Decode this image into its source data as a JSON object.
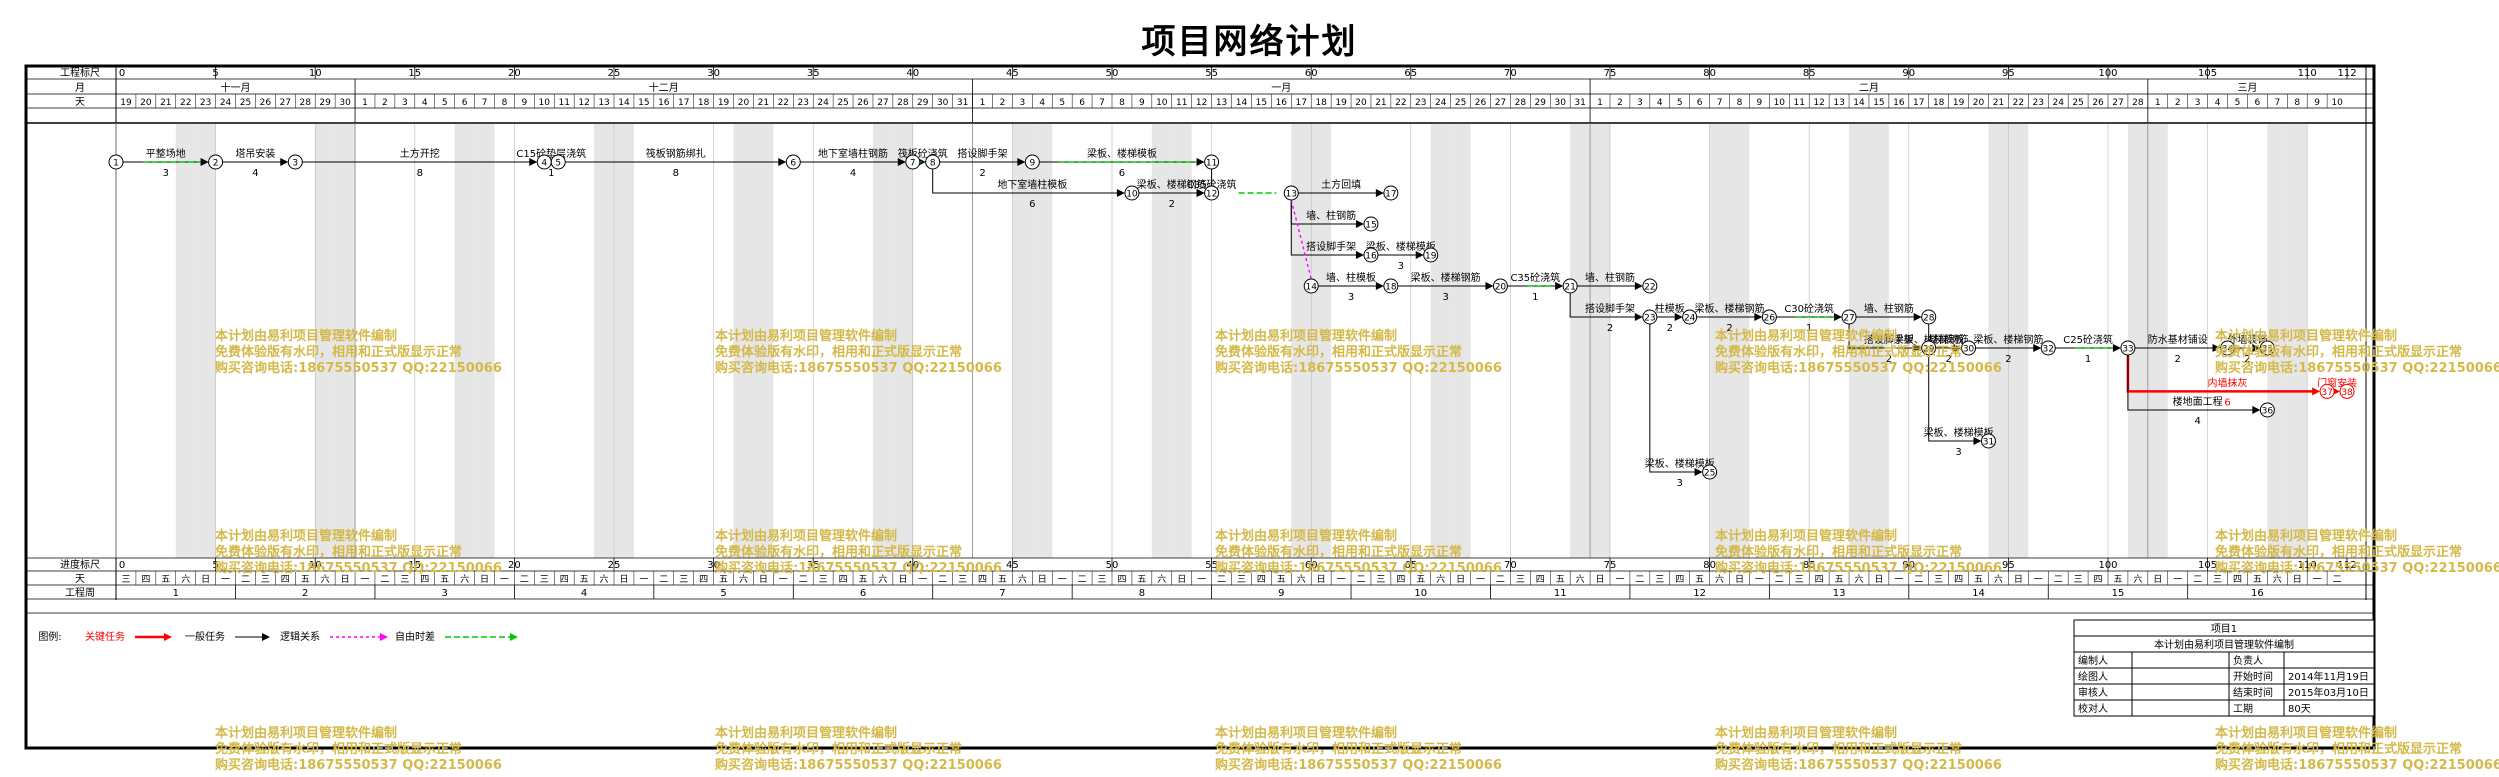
{
  "title": "项目网络计划",
  "row_labels": {
    "scale": "工程标尺",
    "month": "月",
    "day": "天",
    "progress_scale": "进度标尺",
    "weekday": "天",
    "week": "工程周"
  },
  "scale_ticks": [
    "0",
    "5",
    "10",
    "15",
    "20",
    "25",
    "30",
    "35",
    "40",
    "45",
    "50",
    "55",
    "60",
    "65",
    "70",
    "75",
    "80",
    "85",
    "90",
    "95",
    "100",
    "105",
    "110",
    "112"
  ],
  "months": [
    "十一月",
    "十二月",
    "一月",
    "二月",
    "三月"
  ],
  "weekdays": [
    "三",
    "四",
    "五",
    "六",
    "日",
    "一",
    "二"
  ],
  "weeks": [
    "1",
    "2",
    "3",
    "4",
    "5",
    "6",
    "7",
    "8",
    "9",
    "10",
    "11",
    "12",
    "13",
    "14",
    "15",
    "16"
  ],
  "nodes": [
    {
      "id": "1",
      "day": 0,
      "row": 0
    },
    {
      "id": "2",
      "day": 5,
      "row": 0
    },
    {
      "id": "3",
      "day": 9,
      "row": 0
    },
    {
      "id": "4",
      "day": 21.5,
      "row": 0
    },
    {
      "id": "5",
      "day": 22.2,
      "row": 0
    },
    {
      "id": "6",
      "day": 34,
      "row": 0
    },
    {
      "id": "7",
      "day": 40,
      "row": 0
    },
    {
      "id": "8",
      "day": 41,
      "row": 0
    },
    {
      "id": "9",
      "day": 46,
      "row": 0
    },
    {
      "id": "10",
      "day": 51,
      "row": 1
    },
    {
      "id": "11",
      "day": 55,
      "row": 0
    },
    {
      "id": "12",
      "day": 55,
      "row": 1
    },
    {
      "id": "13",
      "day": 59,
      "row": 1
    },
    {
      "id": "17",
      "day": 64,
      "row": 1
    },
    {
      "id": "15",
      "day": 63,
      "row": 2
    },
    {
      "id": "16",
      "day": 63,
      "row": 3
    },
    {
      "id": "19",
      "day": 66,
      "row": 3
    },
    {
      "id": "14",
      "day": 60,
      "row": 4
    },
    {
      "id": "18",
      "day": 64,
      "row": 4
    },
    {
      "id": "20",
      "day": 69.5,
      "row": 4
    },
    {
      "id": "21",
      "day": 73,
      "row": 4
    },
    {
      "id": "22",
      "day": 77,
      "row": 4
    },
    {
      "id": "23",
      "day": 77,
      "row": 5
    },
    {
      "id": "24",
      "day": 79,
      "row": 5
    },
    {
      "id": "26",
      "day": 83,
      "row": 5
    },
    {
      "id": "27",
      "day": 87,
      "row": 5
    },
    {
      "id": "28",
      "day": 91,
      "row": 5
    },
    {
      "id": "29",
      "day": 91,
      "row": 6
    },
    {
      "id": "30",
      "day": 93,
      "row": 6
    },
    {
      "id": "32",
      "day": 97,
      "row": 6
    },
    {
      "id": "33",
      "day": 101,
      "row": 6
    },
    {
      "id": "34",
      "day": 106,
      "row": 6
    },
    {
      "id": "35",
      "day": 108,
      "row": 6
    },
    {
      "id": "25",
      "day": 80,
      "row": 10
    },
    {
      "id": "31",
      "day": 94,
      "row": 9
    },
    {
      "id": "36",
      "day": 108,
      "row": 8
    },
    {
      "id": "37",
      "day": 111,
      "row": 7.4
    },
    {
      "id": "38",
      "day": 112,
      "row": 7.4
    }
  ],
  "tasks": [
    {
      "name": "平整场地",
      "dur": "3",
      "from": "1",
      "to": "2"
    },
    {
      "name": "塔吊安装",
      "dur": "4",
      "from": "2",
      "to": "3"
    },
    {
      "name": "土方开挖",
      "dur": "8",
      "from": "3",
      "to": "4"
    },
    {
      "name": "C15砼垫层浇筑",
      "dur": "1",
      "from": "4",
      "to": "5"
    },
    {
      "name": "筏板钢筋绑扎",
      "dur": "8",
      "from": "5",
      "to": "6"
    },
    {
      "name": "地下室墙柱钢筋",
      "dur": "4",
      "from": "6",
      "to": "7"
    },
    {
      "name": "筏板砼浇筑",
      "dur": "",
      "from": "7",
      "to": "8"
    },
    {
      "name": "搭设脚手架",
      "dur": "2",
      "from": "8",
      "to": "9"
    },
    {
      "name": "地下室墙柱模板",
      "dur": "6",
      "from": "8",
      "to": "10"
    },
    {
      "name": "梁板、楼梯模板",
      "dur": "6",
      "from": "9",
      "to": "11"
    },
    {
      "name": "梁板、楼梯钢筋",
      "dur": "2",
      "from": "10",
      "to": "12"
    },
    {
      "name": "C35砼浇筑",
      "dur": "",
      "from": "11",
      "to": "12"
    },
    {
      "name": "土方回填",
      "dur": "",
      "from": "13",
      "to": "17"
    },
    {
      "name": "墙、柱钢筋",
      "dur": "",
      "from": "13",
      "to": "15"
    },
    {
      "name": "搭设脚手架",
      "dur": "",
      "from": "13",
      "to": "16"
    },
    {
      "name": "梁板、楼梯模板",
      "dur": "3",
      "from": "16",
      "to": "19"
    },
    {
      "name": "墙、柱模板",
      "dur": "3",
      "from": "14",
      "to": "18"
    },
    {
      "name": "梁板、楼梯钢筋",
      "dur": "3",
      "from": "18",
      "to": "20"
    },
    {
      "name": "C35砼浇筑",
      "dur": "1",
      "from": "20",
      "to": "21"
    },
    {
      "name": "墙、柱钢筋",
      "dur": "",
      "from": "21",
      "to": "22"
    },
    {
      "name": "搭设脚手架",
      "dur": "2",
      "from": "21",
      "to": "23"
    },
    {
      "name": "柱模板",
      "dur": "2",
      "from": "23",
      "to": "24"
    },
    {
      "name": "梁板、楼梯钢筋",
      "dur": "2",
      "from": "24",
      "to": "26"
    },
    {
      "name": "C30砼浇筑",
      "dur": "1",
      "from": "26",
      "to": "27"
    },
    {
      "name": "墙、柱钢筋",
      "dur": "",
      "from": "27",
      "to": "28"
    },
    {
      "name": "搭设脚手架",
      "dur": "2",
      "from": "27",
      "to": "29"
    },
    {
      "name": "梁板、楼梯模板",
      "dur": "",
      "from": "28",
      "to": "29"
    },
    {
      "name": "楼梯钢筋",
      "dur": "2",
      "from": "29",
      "to": "30"
    },
    {
      "name": "梁板、楼梯钢筋",
      "dur": "2",
      "from": "30",
      "to": "32"
    },
    {
      "name": "C25砼浇筑",
      "dur": "1",
      "from": "32",
      "to": "33"
    },
    {
      "name": "防水基材铺设",
      "dur": "2",
      "from": "33",
      "to": "34"
    },
    {
      "name": "外墙装饰",
      "dur": "2",
      "from": "34",
      "to": "35"
    },
    {
      "name": "内墙抹灰",
      "dur": "6",
      "from": "33",
      "to": "37"
    },
    {
      "name": "门窗安装",
      "dur": "",
      "from": "37",
      "to": "38"
    },
    {
      "name": "梁板、楼梯模板",
      "dur": "3",
      "from": "23",
      "to": "25"
    },
    {
      "name": "梁板、楼梯模板",
      "dur": "3",
      "from": "29",
      "to": "31"
    },
    {
      "name": "楼地面工程",
      "dur": "4",
      "from": "33",
      "to": "36"
    }
  ],
  "legend": {
    "label": "图例:",
    "critical": "关键任务",
    "normal": "一般任务",
    "logic": "逻辑关系",
    "free": "自由时差",
    "critical_color": "#ff0000",
    "free_color": "#00cc00",
    "logic_color": "#ff00ff"
  },
  "info_table": {
    "project": "项目1",
    "subtitle": "本计划由易利项目管理软件编制",
    "rows": [
      [
        "编制人",
        "",
        "负责人",
        ""
      ],
      [
        "绘图人",
        "",
        "开始时间",
        "2014年11月19日"
      ],
      [
        "审核人",
        "",
        "结束时间",
        "2015年03月10日"
      ],
      [
        "校对人",
        "",
        "工期",
        "80天"
      ]
    ]
  },
  "watermark": {
    "line1": "本计划由易利项目管理软件编制",
    "line2": "免费体验版有水印，相用和正式版显示正常",
    "line3": "购买咨询电话:18675550537 QQ:22150066",
    "color": "#d4b94a"
  }
}
